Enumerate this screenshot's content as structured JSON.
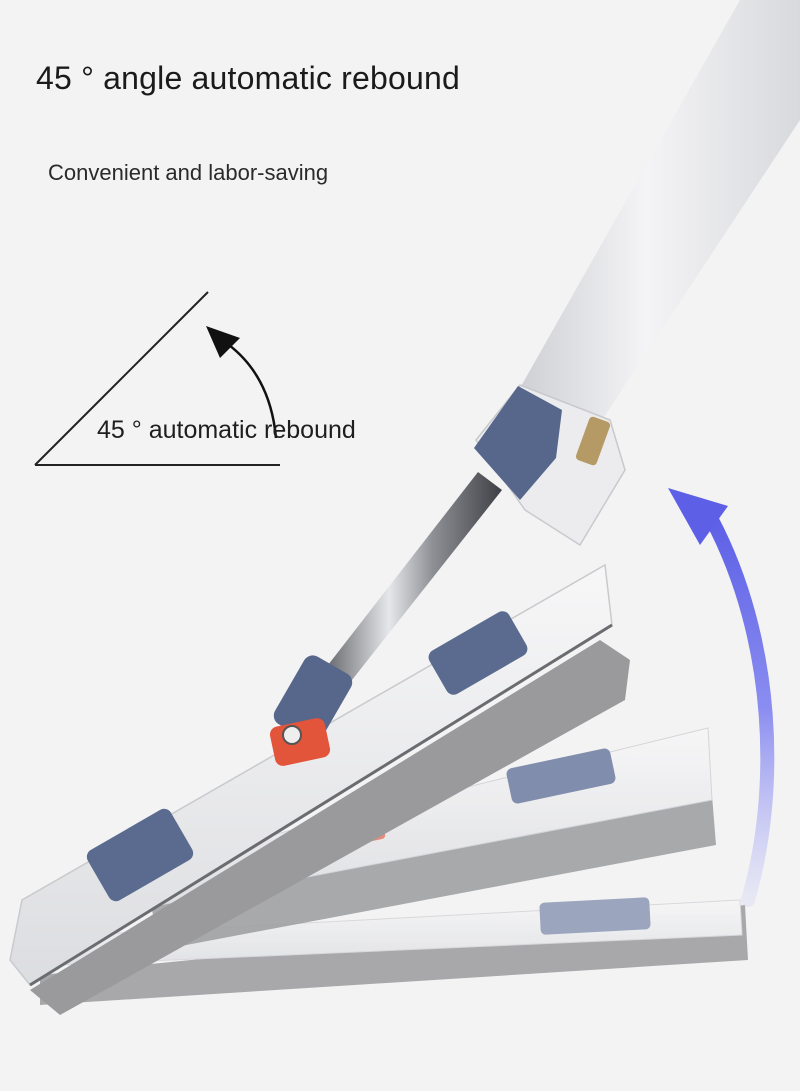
{
  "headline": "45 ° angle automatic rebound",
  "subline": "Convenient and labor-saving",
  "diagram": {
    "angle_label": "45 ° automatic rebound"
  },
  "colors": {
    "background": "#f3f3f4",
    "handle_white": "#e9e9eb",
    "accent_blue": "#5a6b8f",
    "pivot_orange": "#e2553a",
    "microfiber_gray": "#9a9a9c",
    "motion_arrow": "#6f73e8"
  }
}
